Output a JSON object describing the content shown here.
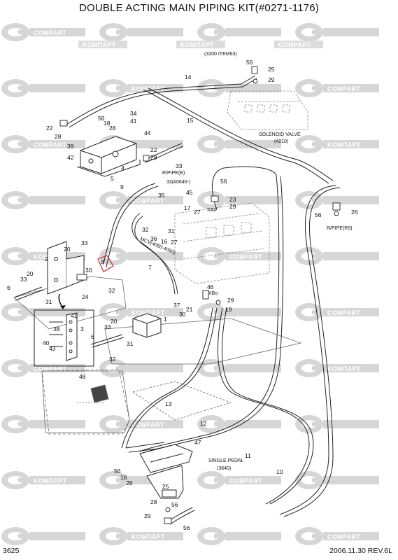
{
  "title": "DOUBLE ACTING MAIN PIPING KIT(#0271-1176)",
  "labels": {
    "item63": "(3200 ITEM63)",
    "solenoid_valve": "SOLENOID VALVE",
    "solenoid_valve_num": "(4210)",
    "rpipe_b": "R/PIPE(B)",
    "serial_33": "33(#0646-)",
    "rpipe_r9": "R/PIPE(R9)",
    "mcv": "MCV(4050-4090)",
    "single_pedal": "SINGLE PEDAL",
    "single_pedal_num": "(3640)",
    "xao": "XAo",
    "xbo": "XBo"
  },
  "part_numbers": [
    "56",
    "25",
    "29",
    "14",
    "15",
    "34",
    "41",
    "56",
    "18",
    "28",
    "22",
    "28",
    "44",
    "39",
    "42",
    "4",
    "5",
    "22",
    "28",
    "33",
    "9",
    "56",
    "45",
    "23",
    "29",
    "35",
    "17",
    "27",
    "32",
    "36",
    "16",
    "27",
    "31",
    "8",
    "30",
    "26",
    "56",
    "7",
    "2",
    "20",
    "33",
    "20",
    "33",
    "6",
    "31",
    "24",
    "32",
    "37",
    "21",
    "30",
    "46",
    "29",
    "19",
    "41",
    "3",
    "38",
    "40",
    "43",
    "33",
    "20",
    "6",
    "31",
    "1",
    "32",
    "48",
    "13",
    "12",
    "47",
    "11",
    "10",
    "56",
    "18",
    "28",
    "25",
    "28",
    "29",
    "56",
    "56"
  ],
  "watermark": {
    "text": "KOMПAPT",
    "alt_text": "COMPART"
  },
  "footer": {
    "page": "3625",
    "date_rev": "2006.11.30  REV.6L"
  }
}
